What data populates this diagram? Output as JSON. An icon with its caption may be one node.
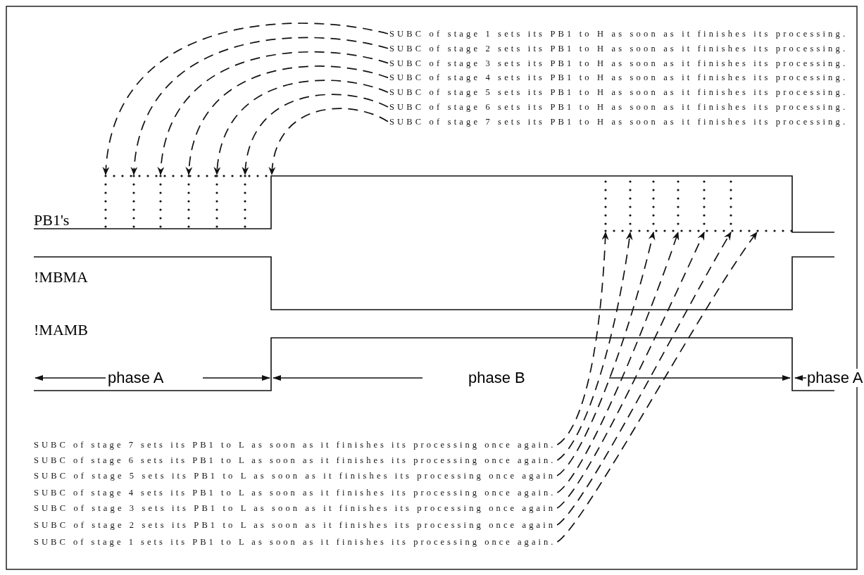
{
  "diagram": {
    "nodes": [
      {
        "text": [
          "SUBC of stage 1  sets its PB1 to H as soon as it finishes its processing."
        ]
      },
      {
        "text": [
          "SUBC of stage 2  sets its PB1 to H as soon as it finishes its processing."
        ]
      },
      {
        "text": [
          "SUBC of stage 3  sets its PB1 to H as soon as it finishes its processing."
        ]
      },
      {
        "text": [
          "SUBC of stage 4  sets its PB1 to H as soon as it finishes its processing."
        ]
      },
      {
        "text": [
          "SUBC of stage 5  sets its PB1 to H as soon as it finishes its processing."
        ]
      },
      {
        "text": [
          "SUBC of stage 6  sets its PB1 to H as soon as it finishes its processing."
        ]
      },
      {
        "text": [
          "SUBC of stage 7  sets its PB1 to H as soon as it finishes its processing."
        ]
      },
      {
        "text": [
          "SUBC of stage 7  sets its PB1 to L as soon as it finishes its processing once again."
        ]
      },
      {
        "text": [
          "SUBC of stage 6  sets its PB1 to L as soon as it finishes its processing once again."
        ]
      },
      {
        "text": [
          "SUBC of stage 5  sets its PB1 to L as soon as it finishes its processing once again"
        ]
      },
      {
        "text": [
          "SUBC of stage 4  sets its PB1 to L as soon as it finishes its processing once again."
        ]
      },
      {
        "text": [
          "SUBC of stage 3  sets its PB1 to L as soon as it finishes its processing once again"
        ]
      },
      {
        "text": [
          "SUBC of stage 2  sets its PB1 to L as soon as it finishes its processing once again"
        ]
      },
      {
        "text": [
          "SUBC of stage 1  sets its PB1 to L as soon as it finishes its processing once again."
        ]
      }
    ],
    "edges": [
      {
        "from": 0,
        "to": null,
        "arrow": "to",
        "style": "dashed"
      },
      {
        "from": 1,
        "to": null,
        "arrow": "to",
        "style": "dashed"
      },
      {
        "from": 2,
        "to": null,
        "arrow": "to",
        "style": "dashed"
      },
      {
        "from": 3,
        "to": null,
        "arrow": "to",
        "style": "dashed"
      },
      {
        "from": 4,
        "to": null,
        "arrow": "to",
        "style": "dashed"
      },
      {
        "from": 5,
        "to": null,
        "arrow": "to",
        "style": "dashed"
      },
      {
        "from": 6,
        "to": null,
        "arrow": "to",
        "style": "dashed"
      },
      {
        "from": 7,
        "to": null,
        "arrow": "to",
        "style": "dashed"
      },
      {
        "from": 8,
        "to": null,
        "arrow": "to",
        "style": "dashed"
      },
      {
        "from": 9,
        "to": null,
        "arrow": "to",
        "style": "dashed"
      },
      {
        "from": 10,
        "to": null,
        "arrow": "to",
        "style": "dashed"
      },
      {
        "from": 11,
        "to": null,
        "arrow": "to",
        "style": "dashed"
      },
      {
        "from": 12,
        "to": null,
        "arrow": "to",
        "style": "dashed"
      },
      {
        "from": 13,
        "to": null,
        "arrow": "to",
        "style": "dashed"
      }
    ],
    "labels": [
      "PB1's",
      "!MBMA",
      "!MAMB",
      "phase A",
      "phase B",
      "phase A"
    ]
  }
}
